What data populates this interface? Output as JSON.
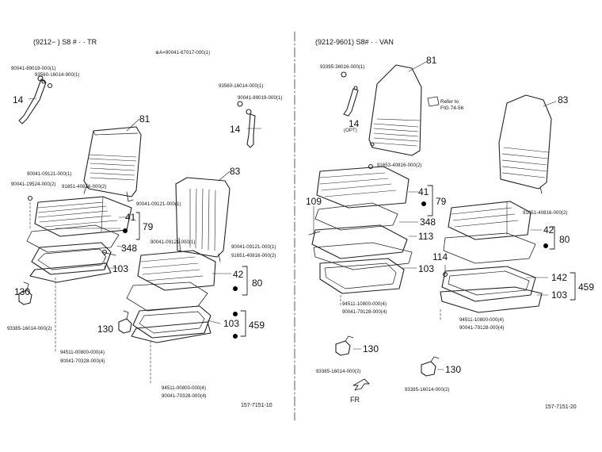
{
  "left": {
    "header": "(9212−      ) S8 # · · TR",
    "note": "※A=90041-67017-000(1)",
    "part_numbers": [
      "90041-89019-000(1)",
      "93560-16014-900(1)",
      "93560-16014-000(1)",
      "90041-89019-000(1)",
      "90041-09121-000(1)",
      "90041-19524-000(2)",
      "91651-40816-000(2)",
      "90041-09121-000(1)",
      "90041-09121-000(1)",
      "90041-09121-000(1)",
      "91651-40816-000(2)",
      "93385-16014-000(2)",
      "94511-00800-000(4)",
      "90041-70328-000(4)",
      "94511-00800-000(4)",
      "90041-70328-000(4)"
    ],
    "callouts": [
      "14",
      "14",
      "81",
      "83",
      "41",
      "79",
      "348",
      "103",
      "42",
      "80",
      "103",
      "459",
      "130",
      "130"
    ],
    "figure_number": "157-7151-10"
  },
  "right": {
    "header": "(9212-9601) S8# · · VAN",
    "part_numbers": [
      "93395-36016-000(1)",
      "91653-40816-000(2)",
      "91651-40816-000(2)",
      "94511-10800-000(4)",
      "90041-79128-000(4)",
      "94511-10800-000(4)",
      "90041-79128-000(4)",
      "93385-16014-000(2)",
      "93385-16014-000(2)"
    ],
    "callouts": [
      "81",
      "83",
      "14",
      "41",
      "79",
      "109",
      "348",
      "113",
      "42",
      "80",
      "103",
      "114",
      "142",
      "459",
      "103",
      "130",
      "130"
    ],
    "opt": "(OPT)",
    "refer": [
      "Refer to",
      "FIG.74-56"
    ],
    "front": "FR",
    "figure_number": "157-7151-20"
  }
}
